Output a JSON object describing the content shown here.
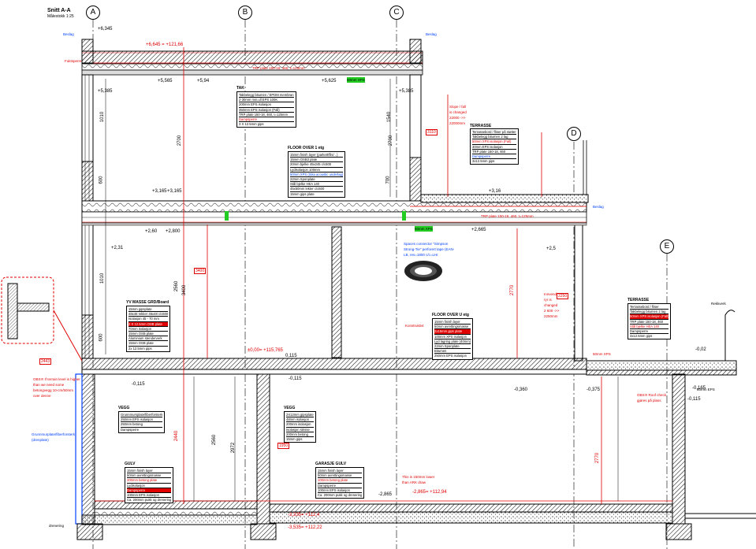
{
  "title": {
    "section": "Snitt A-A",
    "scale": "Målestokk 1:25"
  },
  "axes": [
    "A",
    "B",
    "C",
    "D",
    "E"
  ],
  "levels": {
    "top_a": "+6,345",
    "top_red": "+6,645 = +121,66",
    "l1": "+5,565",
    "l2": "+5,94",
    "l3": "+5,625",
    "l4": "+5,385",
    "l5": "+5,385",
    "mid1": "+3,165",
    "mid2": "+3,165",
    "mid3": "+3,16",
    "f1": "+2,60",
    "f2": "+2,800",
    "f3": "+2,665",
    "f4": "+2,31",
    "f5": "+2,5",
    "ground_red": "±0,00= +115,765",
    "g1": "0,115",
    "g2": "-0,115",
    "g3": "-0,115",
    "g4": "-0,360",
    "g5": "-0,375",
    "g6": "-0,165",
    "g7": "-0,115",
    "g8": "-0,02",
    "b1": "-2,865",
    "b2": "-2,865= +112,94",
    "b3": "-3,335= +112,4",
    "b4": "-3,535= +112,22"
  },
  "texts": {
    "tak": "TAK",
    "floor_over_1": "FLOOR OVER 1 etg",
    "floor_over_u": "FLOOR OVER U etg",
    "terrasse1": "TERRASSE",
    "terrasse2": "TERRASSE",
    "yv_mask": "YV MASSE GRD/Board",
    "vegg1": "VEGG",
    "vegg2": "VEGG",
    "gulv1": "GULV",
    "gulv2": "GARASJE GULV",
    "simpson": "Spaces connector \"Simpson Strong-Tie\" perforert tape (EAN-LB, res=1800 c/c=LHI",
    "red_note_left": "OBS!!! If terrain level is higher than we need some betongvegg 10-cm/50mm over denne",
    "red_note_right": "OBS!!! Roof check gjøres på plass",
    "red_note_bottom": "This is 150mm lower than ARK draw",
    "fuktsperre": "Fuktsperre",
    "drenering": "drenering",
    "grunnmur": "Grunnmurplate/fiberforsterk (drenplate)",
    "red_top_label": "TRP plate 150-18, 460, t=125mm",
    "red_mid_label": "TRP plate 150-18, 460, t=125mm",
    "blue_tag_1": "Beslag",
    "blue_tag_2": "Beslag",
    "blue_tag_3": "Beslag",
    "green_tag_1": "50mm XPS",
    "green_tag_2": "50mm XPS",
    "slope_note": "Slope / fall is changed 22000 ->> 22000mm",
    "slope_note2": "Innvendig ryr is changed 2 600 ->> 2250mm",
    "rail": "Rekkverk",
    "xps_bottom": "50mm XPS",
    "eps": "50mm EPS",
    "konst_note": "Konstruktivt"
  },
  "specs": {
    "tak": [
      "Takbelegg bitumen / EPDM membran",
      "2-30mm min.ull EPS 100K",
      "200mm EPS isolasjon",
      "350mm EPS isolasjon (Fall)",
      "TRP plate 150-18, 460, t=125mm",
      "Dampsperre",
      "3 X 12.5mm gips"
    ],
    "floor1": [
      "15mm finish layer (parkett/flis/ ..)",
      "15mm OSB3 plate",
      "20mm bjelke 45x245 c/c600",
      "Lydisolasjon 100mm",
      "50mm XPS (Sika acoustic underlag)",
      "22mm Sponplate",
      "Stål bjelke HEA 140",
      "45x50mm lekter c/c600",
      "15mm gips plate"
    ],
    "floor_u": [
      "15mm finish layer",
      "50mm avrettingsmasse",
      "2x15mm gips plate",
      "100mm XPS isolasjon",
      "Lyd lagring plate (40mm)",
      "22mm Sponplate",
      "Bitumen",
      "250mm EPS isolasjon"
    ],
    "terrasse1": [
      "Terrassebord / fliser på støtter",
      "Takbelegg bitumen 2 lag",
      "50mm XPS isolasjon (Fall)",
      "30mm EPS isolasjon",
      "TRP plate 150-18, 460",
      "Dampsperre",
      "3x12.5mm gips"
    ],
    "terrasse2": [
      "Terrassebord / fliser",
      "Takbelegg bitumen 2 lag",
      "50mm XPS isolasjon (Fall)",
      "TRP plate 150-18, 460",
      "Stål bjelke HEA 140",
      "Dampsperre",
      "3x12.5mm gips"
    ],
    "yv": [
      "15mm gipsplate",
      "48x48 rekker 45x48 c/c600",
      "Isolasjon 45 - 70 mm",
      "2 X 12.5mm OSB plate",
      "70mm isolasjon",
      "15mm OSB plate",
      "Aluminium stenderverk",
      "15mm OSB plate",
      "2x 12.5mm gips"
    ],
    "vegg1": [
      "Grunnmursplate/fiberforsterk",
      "250mm EPS isolasjon",
      "250mm betong",
      "Dampsperre"
    ],
    "vegg2": [
      "2X12mm gipsplate",
      "48mm isolasjon",
      "200mm isolasjon",
      "Isolasjon strisse",
      "200mm betong",
      "15mm gips"
    ],
    "gulv1": [
      "15mm finish layer",
      "50mm avrettingsmasse",
      "200mm betong plate",
      "Lydisolasjon",
      "Dampsperre",
      "100mm EPS isolasjon",
      "Ca. 200mm pukk og drenering"
    ],
    "gulv2": [
      "15mm finish layer",
      "50mm avrettingsmasse",
      "100mm betong plate",
      "Dampsperre",
      "100mm EPS isolasjon",
      "Ca. 200mm pukk og drenering"
    ]
  },
  "dims": [
    "2700",
    "2560",
    "2440",
    "2560",
    "2770",
    "2250",
    "2770",
    "3400",
    "3400",
    "2700",
    "2972",
    "2443",
    "3110",
    "1950",
    "1010",
    "1010",
    "600",
    "600",
    "1540",
    "700"
  ],
  "colors": {
    "red": "#e00000",
    "blue": "#0040ff",
    "green": "#22cc22",
    "hatch": "#000000"
  }
}
